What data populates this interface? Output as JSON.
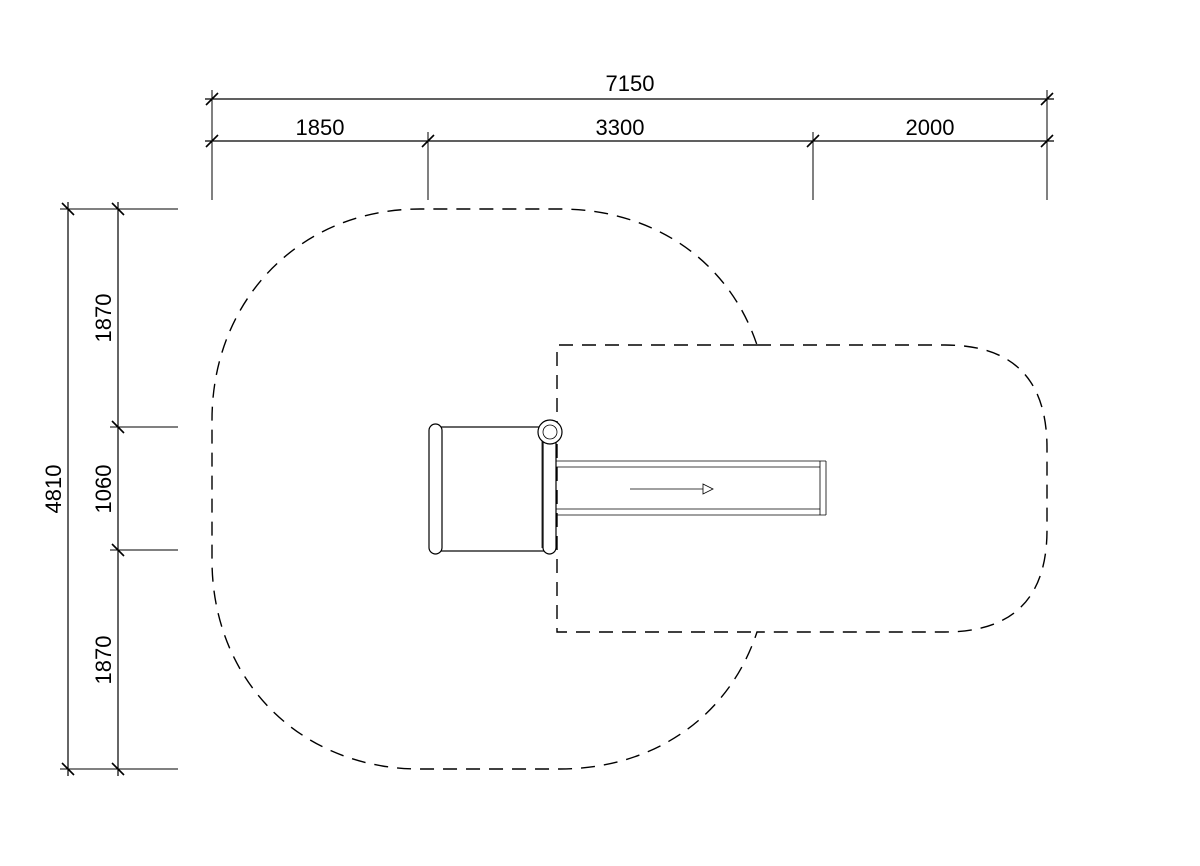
{
  "dimensions": {
    "overall_width": "7150",
    "segment_left": "1850",
    "segment_middle": "3300",
    "segment_right": "2000",
    "overall_height": "4810",
    "height_top": "1870",
    "height_middle": "1060",
    "height_bottom": "1870"
  },
  "colors": {
    "line": "#000000",
    "background": "#ffffff"
  },
  "icons": {
    "flow_direction": "arrow-right-icon"
  }
}
